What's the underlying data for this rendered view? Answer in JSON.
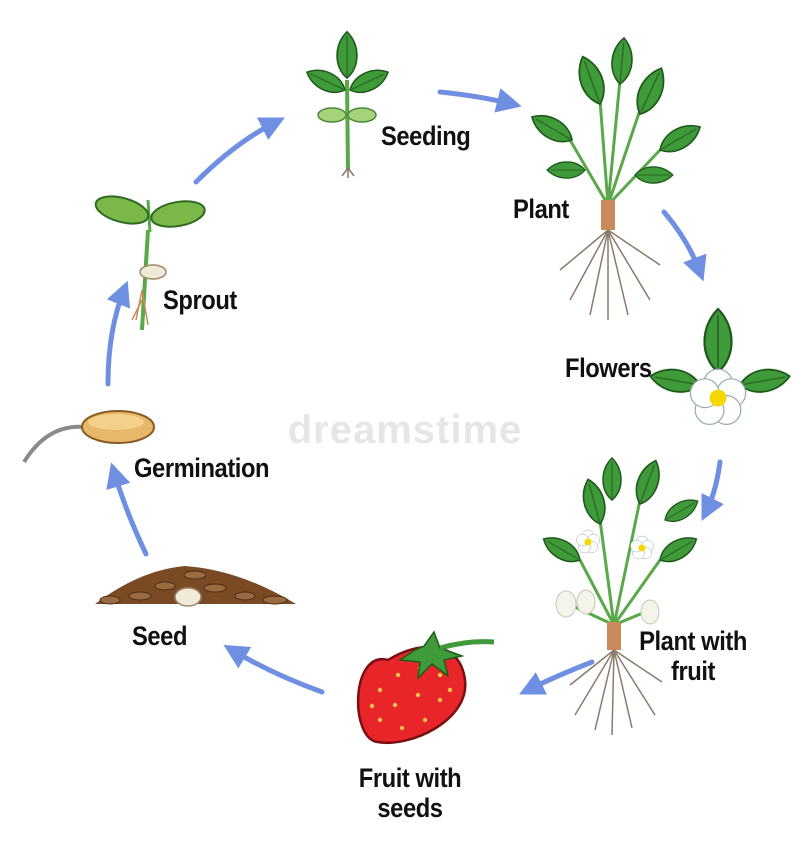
{
  "diagram": {
    "stages": {
      "seeding": "Seeding",
      "plant": "Plant",
      "flowers": "Flowers",
      "plant_with_fruit": "Plant with fruit",
      "fruit_with_seeds": "Fruit with seeds",
      "seed": "Seed",
      "germination": "Germination",
      "sprout": "Sprout"
    },
    "watermark": "dreamstime"
  },
  "colors": {
    "arrow": "#6f8fe3",
    "leaf": "#3f9a3a",
    "leaf_dark": "#2f7a2c",
    "stem": "#5aa84a",
    "root": "#8a7a6a",
    "strawberry": "#e8262a",
    "seed": "#e6b96a",
    "soil": "#7a4a25"
  }
}
